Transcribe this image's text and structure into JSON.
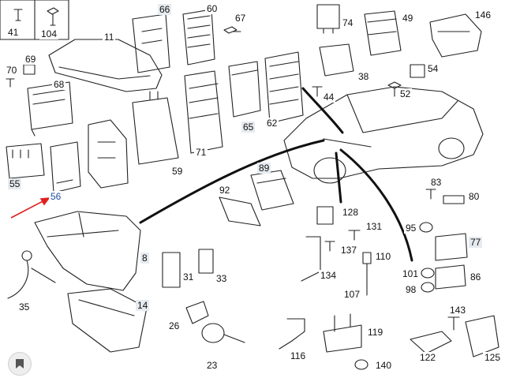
{
  "part_labels": [
    {
      "id": "41",
      "text": "41"
    },
    {
      "id": "104",
      "text": "104"
    },
    {
      "id": "11",
      "text": "11"
    },
    {
      "id": "66",
      "text": "66"
    },
    {
      "id": "60",
      "text": "60"
    },
    {
      "id": "67",
      "text": "67"
    },
    {
      "id": "74",
      "text": "74"
    },
    {
      "id": "49",
      "text": "49"
    },
    {
      "id": "146",
      "text": "146"
    },
    {
      "id": "69",
      "text": "69"
    },
    {
      "id": "70",
      "text": "70"
    },
    {
      "id": "68",
      "text": "68"
    },
    {
      "id": "54",
      "text": "54"
    },
    {
      "id": "38",
      "text": "38"
    },
    {
      "id": "44",
      "text": "44"
    },
    {
      "id": "52",
      "text": "52"
    },
    {
      "id": "65",
      "text": "65"
    },
    {
      "id": "62",
      "text": "62"
    },
    {
      "id": "71",
      "text": "71"
    },
    {
      "id": "59",
      "text": "59"
    },
    {
      "id": "55",
      "text": "55"
    },
    {
      "id": "56",
      "text": "56"
    },
    {
      "id": "89",
      "text": "89"
    },
    {
      "id": "92",
      "text": "92"
    },
    {
      "id": "83",
      "text": "83"
    },
    {
      "id": "80",
      "text": "80"
    },
    {
      "id": "128",
      "text": "128"
    },
    {
      "id": "131",
      "text": "131"
    },
    {
      "id": "95",
      "text": "95"
    },
    {
      "id": "77",
      "text": "77"
    },
    {
      "id": "137",
      "text": "137"
    },
    {
      "id": "110",
      "text": "110"
    },
    {
      "id": "8",
      "text": "8"
    },
    {
      "id": "31",
      "text": "31"
    },
    {
      "id": "33",
      "text": "33"
    },
    {
      "id": "134",
      "text": "134"
    },
    {
      "id": "101",
      "text": "101"
    },
    {
      "id": "86",
      "text": "86"
    },
    {
      "id": "98",
      "text": "98"
    },
    {
      "id": "107",
      "text": "107"
    },
    {
      "id": "35",
      "text": "35"
    },
    {
      "id": "14",
      "text": "14"
    },
    {
      "id": "143",
      "text": "143"
    },
    {
      "id": "26",
      "text": "26"
    },
    {
      "id": "119",
      "text": "119"
    },
    {
      "id": "116",
      "text": "116"
    },
    {
      "id": "122",
      "text": "122"
    },
    {
      "id": "125",
      "text": "125"
    },
    {
      "id": "23",
      "text": "23"
    },
    {
      "id": "140",
      "text": "140"
    }
  ],
  "highlighted_part": "56",
  "colors": {
    "line": "#222222",
    "arrow": "#e02020",
    "highlight": "#1f4fa0",
    "label_box": "#e6ebf0"
  },
  "bookmark_icon": "bookmark-icon"
}
